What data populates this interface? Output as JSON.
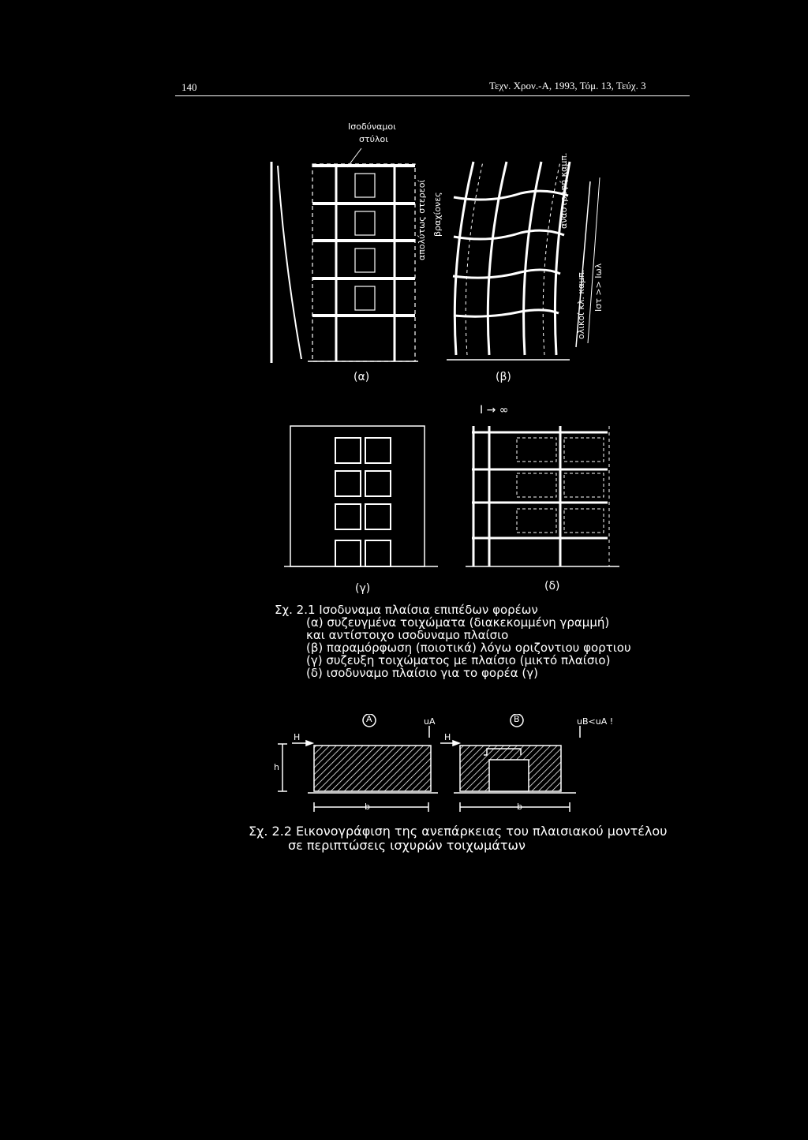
{
  "header": {
    "page_number": "140",
    "journal": "Τεχν. Χρον.-Α, 1993, Τόμ. 13, Τεύχ. 3"
  },
  "figure_top": {
    "label_equiv_columns_1": "Ισοδύναμοι",
    "label_equiv_columns_2": "στύλοι",
    "label_rigid_arms_1": "απολύτως στερεοί",
    "label_rigid_arms_2": "βραχίονες",
    "label_b_side_1": "αναστροφή καμπ.",
    "label_b_side_2": "ολικοί κλ. καμπ.",
    "label_b_side_3": "Ιστ >> Ιωλ",
    "label_a": "(α)",
    "label_b": "(β)",
    "label_infinity": "I → ∞",
    "label_c": "(γ)",
    "label_d": "(δ)"
  },
  "caption_1": {
    "line1": "Σχ. 2.1 Ισοδυναμα πλαίσια επιπέδων φορέων",
    "line2": "(α) συζευγμένα τοιχώματα (διακεκομμένη γραμμή)",
    "line3": "και αντίστοιχο ισοδυναμο πλαίσιο",
    "line4": "(β) παραμόρφωση (ποιοτικά) λόγω οριζοντιου φορτιου",
    "line5": "(γ) συζευξη τοιχώματος με πλαίσιο (μικτό πλαίσιο)",
    "line6": "(δ) ισοδυναμο πλαίσιο για το φορέα (γ)"
  },
  "figure_bottom": {
    "label_A": "A",
    "label_B": "B",
    "label_uA": "uA",
    "label_uB": "uB<uA !",
    "label_H1": "H",
    "label_H2": "H",
    "label_h": "h",
    "label_b1": "b",
    "label_b2": "b"
  },
  "caption_2": {
    "line1": "Σχ. 2.2 Εικονογράφιση της ανεπάρκειας του πλαισιακού μοντέλου",
    "line2": "σε περιπτώσεις ισχυρών τοιχωμάτων"
  }
}
